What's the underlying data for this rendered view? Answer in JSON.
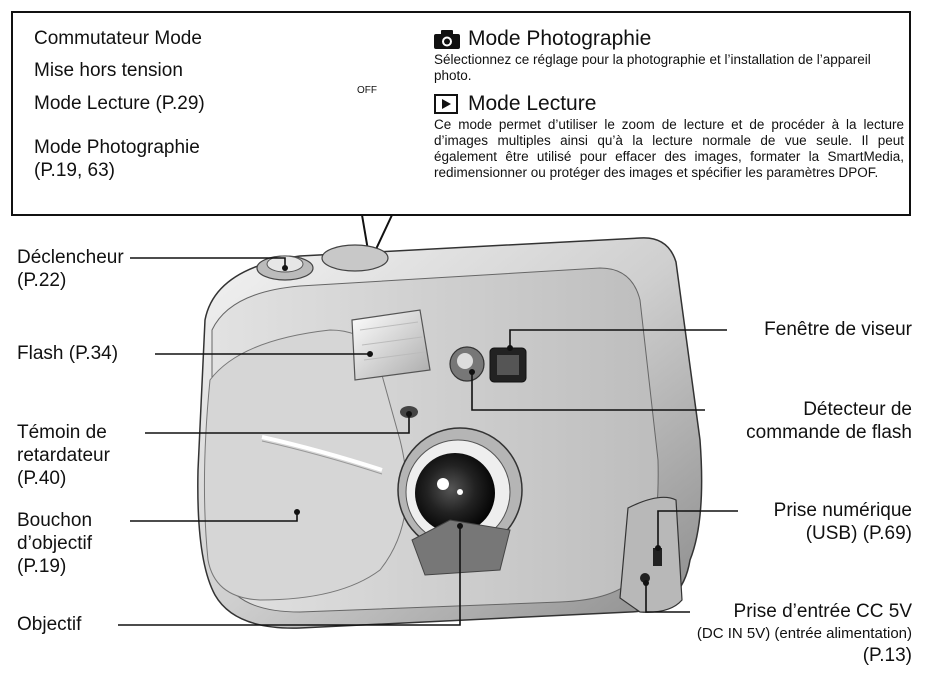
{
  "callout": {
    "switch_title": "Commutateur Mode",
    "power_off": "Mise hors tension",
    "playback": "Mode Lecture (P.29)",
    "photo_line1": "Mode Photographie",
    "photo_line2": "(P.19, 63)",
    "dial_off": "OFF",
    "photo_mode_title": "Mode Photographie",
    "photo_mode_desc": "Sélectionnez ce réglage pour la photographie et l’installation de l’appareil photo.",
    "playback_mode_title": "Mode Lecture",
    "playback_mode_desc": "Ce mode permet d’utiliser le zoom de lecture et de procéder à la lecture d’images multiples ainsi qu’à la lecture normale de vue seule. Il peut également être utilisé pour effacer des images, formater la SmartMedia, redimensionner ou protéger des images et spécifier les paramètres DPOF."
  },
  "labels": {
    "shutter_1": "Déclencheur",
    "shutter_2": "(P.22)",
    "flash": "Flash (P.34)",
    "timer_1": "Témoin de",
    "timer_2": "retardateur",
    "timer_3": "(P.40)",
    "cap_1": "Bouchon",
    "cap_2": "d’objectif",
    "cap_3": "(P.19)",
    "lens": "Objectif",
    "viewfinder": "Fenêtre de viseur",
    "sensor_1": "Détecteur de",
    "sensor_2": "commande de flash",
    "usb_1": "Prise numérique",
    "usb_2": "(USB) (P.69)",
    "dc_1": "Prise d’entrée CC 5V",
    "dc_2": "(DC IN 5V) (entrée alimentation)",
    "dc_3": "(P.13)"
  },
  "icons": [
    "camera-icon",
    "play-icon"
  ]
}
